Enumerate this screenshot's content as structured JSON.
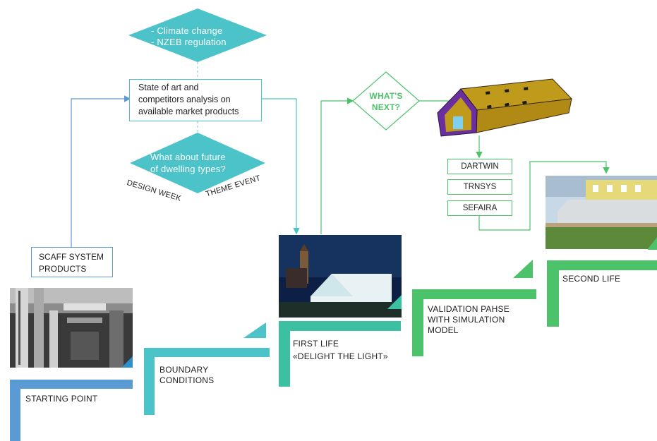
{
  "top_diamond": {
    "lines": [
      "- Climate change",
      "- NZEB regulation"
    ]
  },
  "analysis_box": {
    "lines": [
      "State of art and",
      "competitors  analysis on",
      "available market products"
    ]
  },
  "future_diamond": {
    "lines": [
      "What about future",
      "of dwelling types?"
    ]
  },
  "design_week": "DESIGN WEEK",
  "theme_event": "THEME EVENT",
  "scaff_box": {
    "lines": [
      "SCAFF SYSTEM",
      "PRODUCTS"
    ]
  },
  "whats_next": {
    "lines": [
      "WHAT'S",
      "NEXT?"
    ]
  },
  "tools": [
    "DARTWIN",
    "TRNSYS",
    "SEFAIRA"
  ],
  "stages": {
    "starting_point": "STARTING POINT",
    "boundary": [
      "BOUNDARY",
      "CONDITIONS"
    ],
    "first_life": [
      "FIRST LIFE",
      "«DELIGHT THE LIGHT»"
    ],
    "validation": [
      "VALIDATION PAHSE",
      "WITH SIMULATION",
      "MODEL"
    ],
    "second_life": "SECOND LIFE"
  },
  "colors": {
    "blue": "#5b9bd5",
    "teal": "#4bc3c8",
    "teal_dark": "#3cbfae",
    "green": "#52c46b",
    "green_line": "#4cc26a",
    "diamond": "#4bc3c8",
    "house_ochre": "#c09a1a",
    "house_purple": "#6a2f9e"
  }
}
